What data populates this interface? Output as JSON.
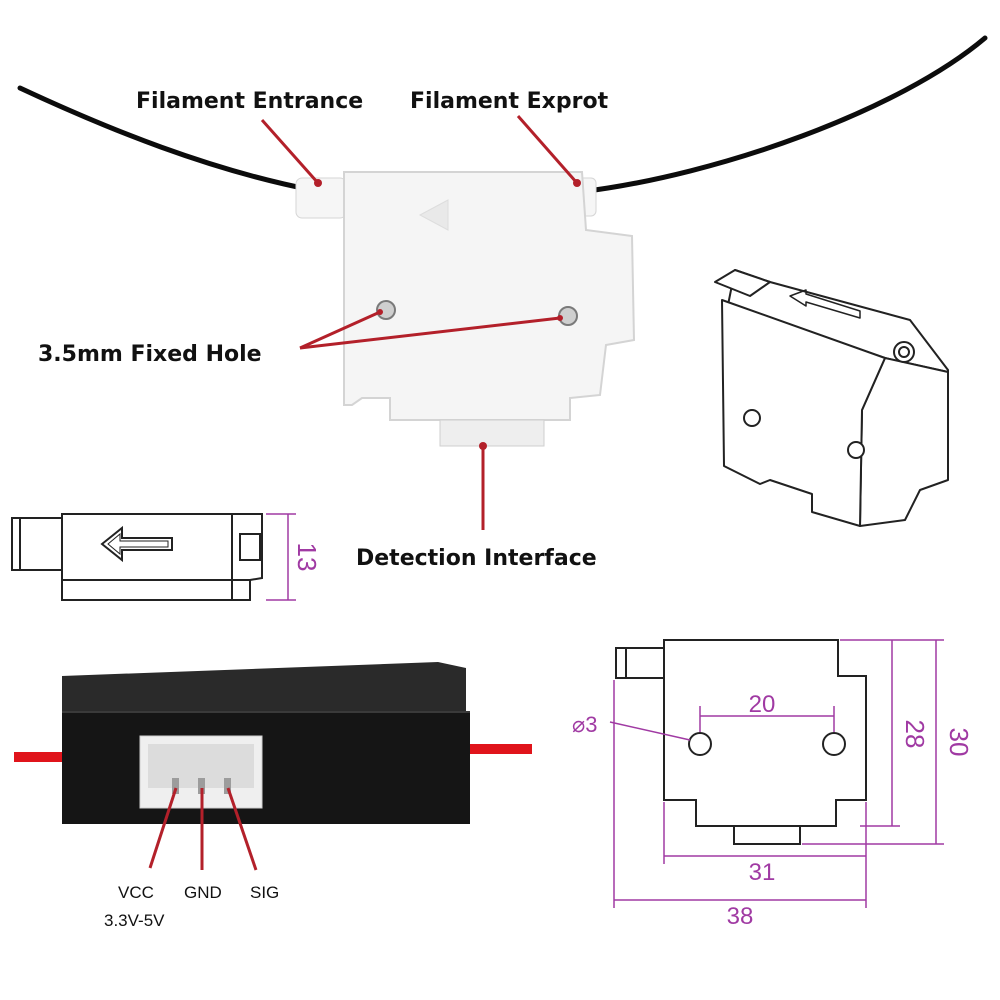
{
  "labels": {
    "filament_entrance": "Filament Entrance",
    "filament_export": "Filament Exprot",
    "fixed_hole": "3.5mm Fixed Hole",
    "detection_interface": "Detection Interface"
  },
  "pins": {
    "vcc": "VCC",
    "voltage": "3.3V-5V",
    "gnd": "GND",
    "sig": "SIG"
  },
  "dimensions": {
    "side_height": "13",
    "hole_diameter": "⌀3",
    "hole_spacing": "20",
    "body_height": "28",
    "total_height": "30",
    "body_width": "31",
    "total_width": "38"
  },
  "colors": {
    "leader": "#b3202a",
    "dimension": "#a03aa3",
    "outline": "#222222",
    "sensor_white": "#f4f4f4",
    "sensor_black": "#151515",
    "cable": "#0c0c0c",
    "red_wire": "#e0141b"
  }
}
